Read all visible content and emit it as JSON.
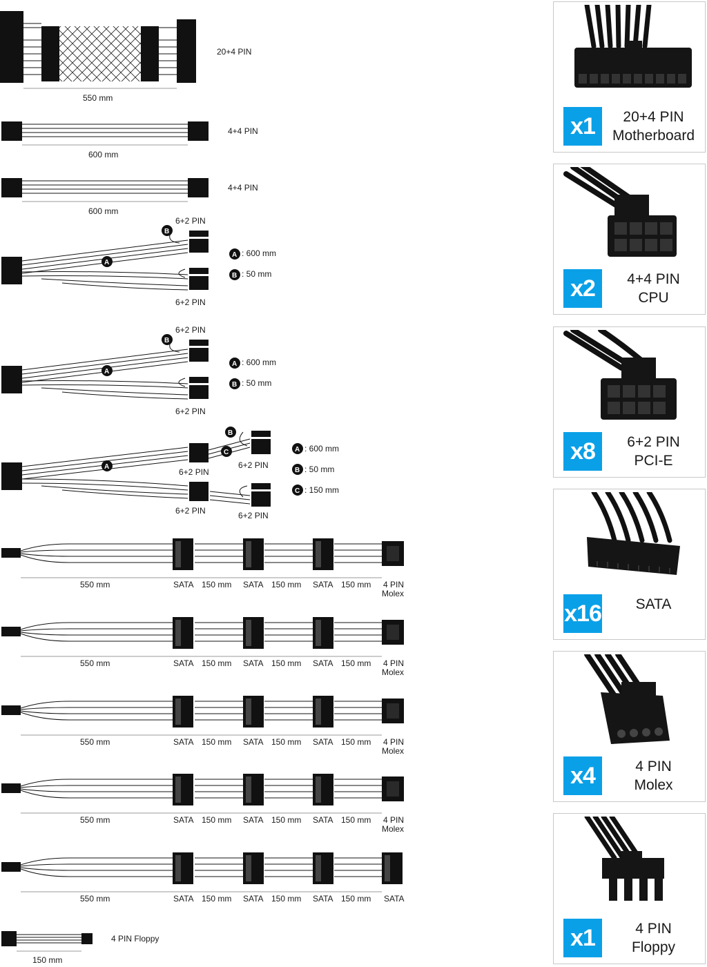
{
  "cables": {
    "atx": {
      "connector": "20+4 PIN",
      "length": "550 mm"
    },
    "cpu1": {
      "connector": "4+4 PIN",
      "length": "600 mm"
    },
    "cpu2": {
      "connector": "4+4 PIN",
      "length": "600 mm"
    },
    "pcie1": {
      "top": "6+2 PIN",
      "bottom": "6+2 PIN",
      "marker_a": "A",
      "marker_b": "B",
      "legend": [
        {
          "mark": "A",
          "text": ": 600 mm"
        },
        {
          "mark": "B",
          "text": ": 50 mm"
        }
      ]
    },
    "pcie2": {
      "top": "6+2 PIN",
      "bottom": "6+2 PIN",
      "marker_a": "A",
      "marker_b": "B",
      "legend": [
        {
          "mark": "A",
          "text": ": 600 mm"
        },
        {
          "mark": "B",
          "text": ": 50 mm"
        }
      ]
    },
    "pcie3": {
      "mid_left": "6+2 PIN",
      "right_top": "6+2 PIN",
      "bottom_left": "6+2 PIN",
      "bottom_right": "6+2 PIN",
      "marker_a": "A",
      "marker_b": "B",
      "marker_c": "C",
      "legend": [
        {
          "mark": "A",
          "text": ": 600 mm"
        },
        {
          "mark": "B",
          "text": ": 50 mm"
        },
        {
          "mark": "C",
          "text": ": 150 mm"
        }
      ]
    },
    "sata_rows": [
      {
        "first_len": "550 mm",
        "c1": "SATA",
        "l1": "150 mm",
        "c2": "SATA",
        "l2": "150 mm",
        "c3": "SATA",
        "l3": "150 mm",
        "end1": "4 PIN",
        "end2": "Molex"
      },
      {
        "first_len": "550 mm",
        "c1": "SATA",
        "l1": "150 mm",
        "c2": "SATA",
        "l2": "150 mm",
        "c3": "SATA",
        "l3": "150 mm",
        "end1": "4 PIN",
        "end2": "Molex"
      },
      {
        "first_len": "550 mm",
        "c1": "SATA",
        "l1": "150 mm",
        "c2": "SATA",
        "l2": "150 mm",
        "c3": "SATA",
        "l3": "150 mm",
        "end1": "4 PIN",
        "end2": "Molex"
      },
      {
        "first_len": "550 mm",
        "c1": "SATA",
        "l1": "150 mm",
        "c2": "SATA",
        "l2": "150 mm",
        "c3": "SATA",
        "l3": "150 mm",
        "end1": "4 PIN",
        "end2": "Molex"
      },
      {
        "first_len": "550 mm",
        "c1": "SATA",
        "l1": "150 mm",
        "c2": "SATA",
        "l2": "150 mm",
        "c3": "SATA",
        "l3": "150 mm",
        "end1": "SATA",
        "end2": ""
      }
    ],
    "floppy": {
      "connector": "4 PIN Floppy",
      "length": "150 mm"
    }
  },
  "cards": [
    {
      "qty": "x1",
      "line1": "20+4 PIN",
      "line2": "Motherboard",
      "icon": "atx-connector-icon"
    },
    {
      "qty": "x2",
      "line1": "4+4 PIN",
      "line2": "CPU",
      "icon": "cpu-connector-icon"
    },
    {
      "qty": "x8",
      "line1": "6+2 PIN",
      "line2": "PCI-E",
      "icon": "pcie-connector-icon"
    },
    {
      "qty": "x16",
      "line1": "SATA",
      "line2": "",
      "icon": "sata-connector-icon"
    },
    {
      "qty": "x4",
      "line1": "4 PIN",
      "line2": "Molex",
      "icon": "molex-connector-icon"
    },
    {
      "qty": "x1",
      "line1": "4 PIN",
      "line2": "Floppy",
      "icon": "floppy-connector-icon"
    }
  ],
  "colors": {
    "accent": "#0aa0e8",
    "cable": "#111111",
    "border": "#c8c8c8"
  }
}
